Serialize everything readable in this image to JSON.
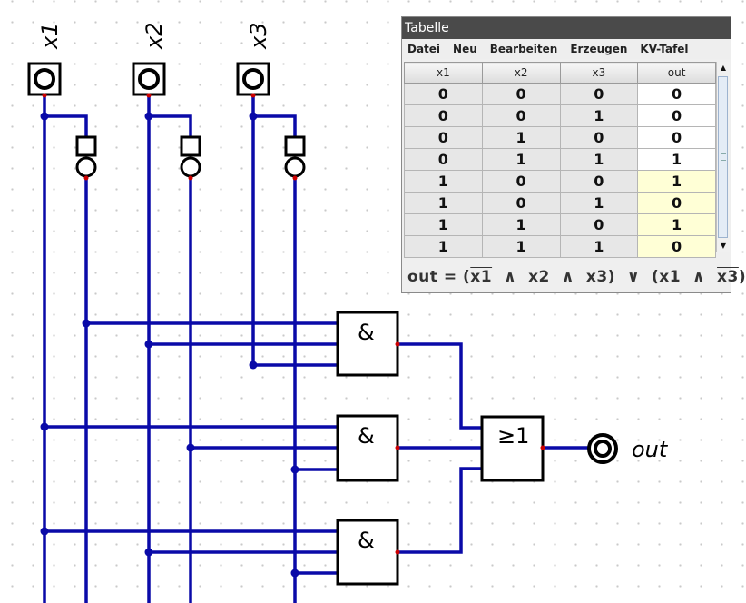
{
  "inputs": [
    {
      "label": "x1"
    },
    {
      "label": "x2"
    },
    {
      "label": "x3"
    }
  ],
  "output": {
    "label": "out"
  },
  "gates": {
    "and_symbol": "&",
    "or_symbol": "≥1"
  },
  "table_window": {
    "title": "Tabelle",
    "menu": [
      "Datei",
      "Neu",
      "Bearbeiten",
      "Erzeugen",
      "KV-Tafel"
    ],
    "columns": [
      "x1",
      "x2",
      "x3",
      "out"
    ],
    "rows": [
      [
        "0",
        "0",
        "0",
        "0"
      ],
      [
        "0",
        "0",
        "1",
        "0"
      ],
      [
        "0",
        "1",
        "0",
        "0"
      ],
      [
        "0",
        "1",
        "1",
        "1"
      ],
      [
        "1",
        "0",
        "0",
        "1"
      ],
      [
        "1",
        "0",
        "1",
        "0"
      ],
      [
        "1",
        "1",
        "0",
        "1"
      ],
      [
        "1",
        "1",
        "1",
        "0"
      ]
    ],
    "highlighted_rows": [
      4,
      5,
      6,
      7
    ],
    "formula": {
      "lhs": "out",
      "eq": "=",
      "open1": "(",
      "t1a": "x1",
      "and1": "∧",
      "t1b": "x2",
      "and2": "∧",
      "t1c": "x3",
      "close1": ")",
      "or": "∨",
      "open2": "(",
      "t2a": "x1",
      "and3": "∧",
      "t2b": "x3",
      "close2": ")"
    }
  },
  "colors": {
    "wire": "#0a0aa8",
    "pin": "#cc0000",
    "highlight": "#ffffd6"
  }
}
